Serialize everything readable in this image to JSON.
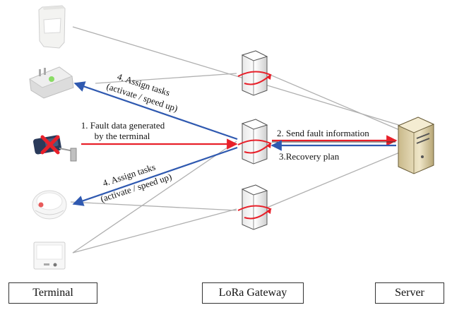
{
  "colors": {
    "link": "#b0b0b0",
    "fault": "#e8202a",
    "assign": "#2f59b0",
    "server_line": "#333333"
  },
  "labels": {
    "assign_top_1": "4. Assign tasks",
    "assign_top_2": "(activate / speed up)",
    "fault_1": "1. Fault data generated",
    "fault_2": "by the terminal",
    "send": "2. Send fault information",
    "recovery": "3.Recovery plan",
    "assign_bottom_1": "4. Assign tasks",
    "assign_bottom_2": "(activate / speed up)"
  },
  "boxes": {
    "terminal": "Terminal",
    "gateway": "LoRa Gateway",
    "server": "Server"
  },
  "icons": {
    "terminals": [
      "pir-sensor-icon",
      "wireless-router-icon",
      "faulty-sensor-icon",
      "smoke-detector-icon",
      "thermostat-icon"
    ],
    "gateways": [
      "lora-gateway-icon",
      "lora-gateway-icon",
      "lora-gateway-icon"
    ],
    "server": "server-tower-icon",
    "fault_mark": "red-cross-icon"
  }
}
